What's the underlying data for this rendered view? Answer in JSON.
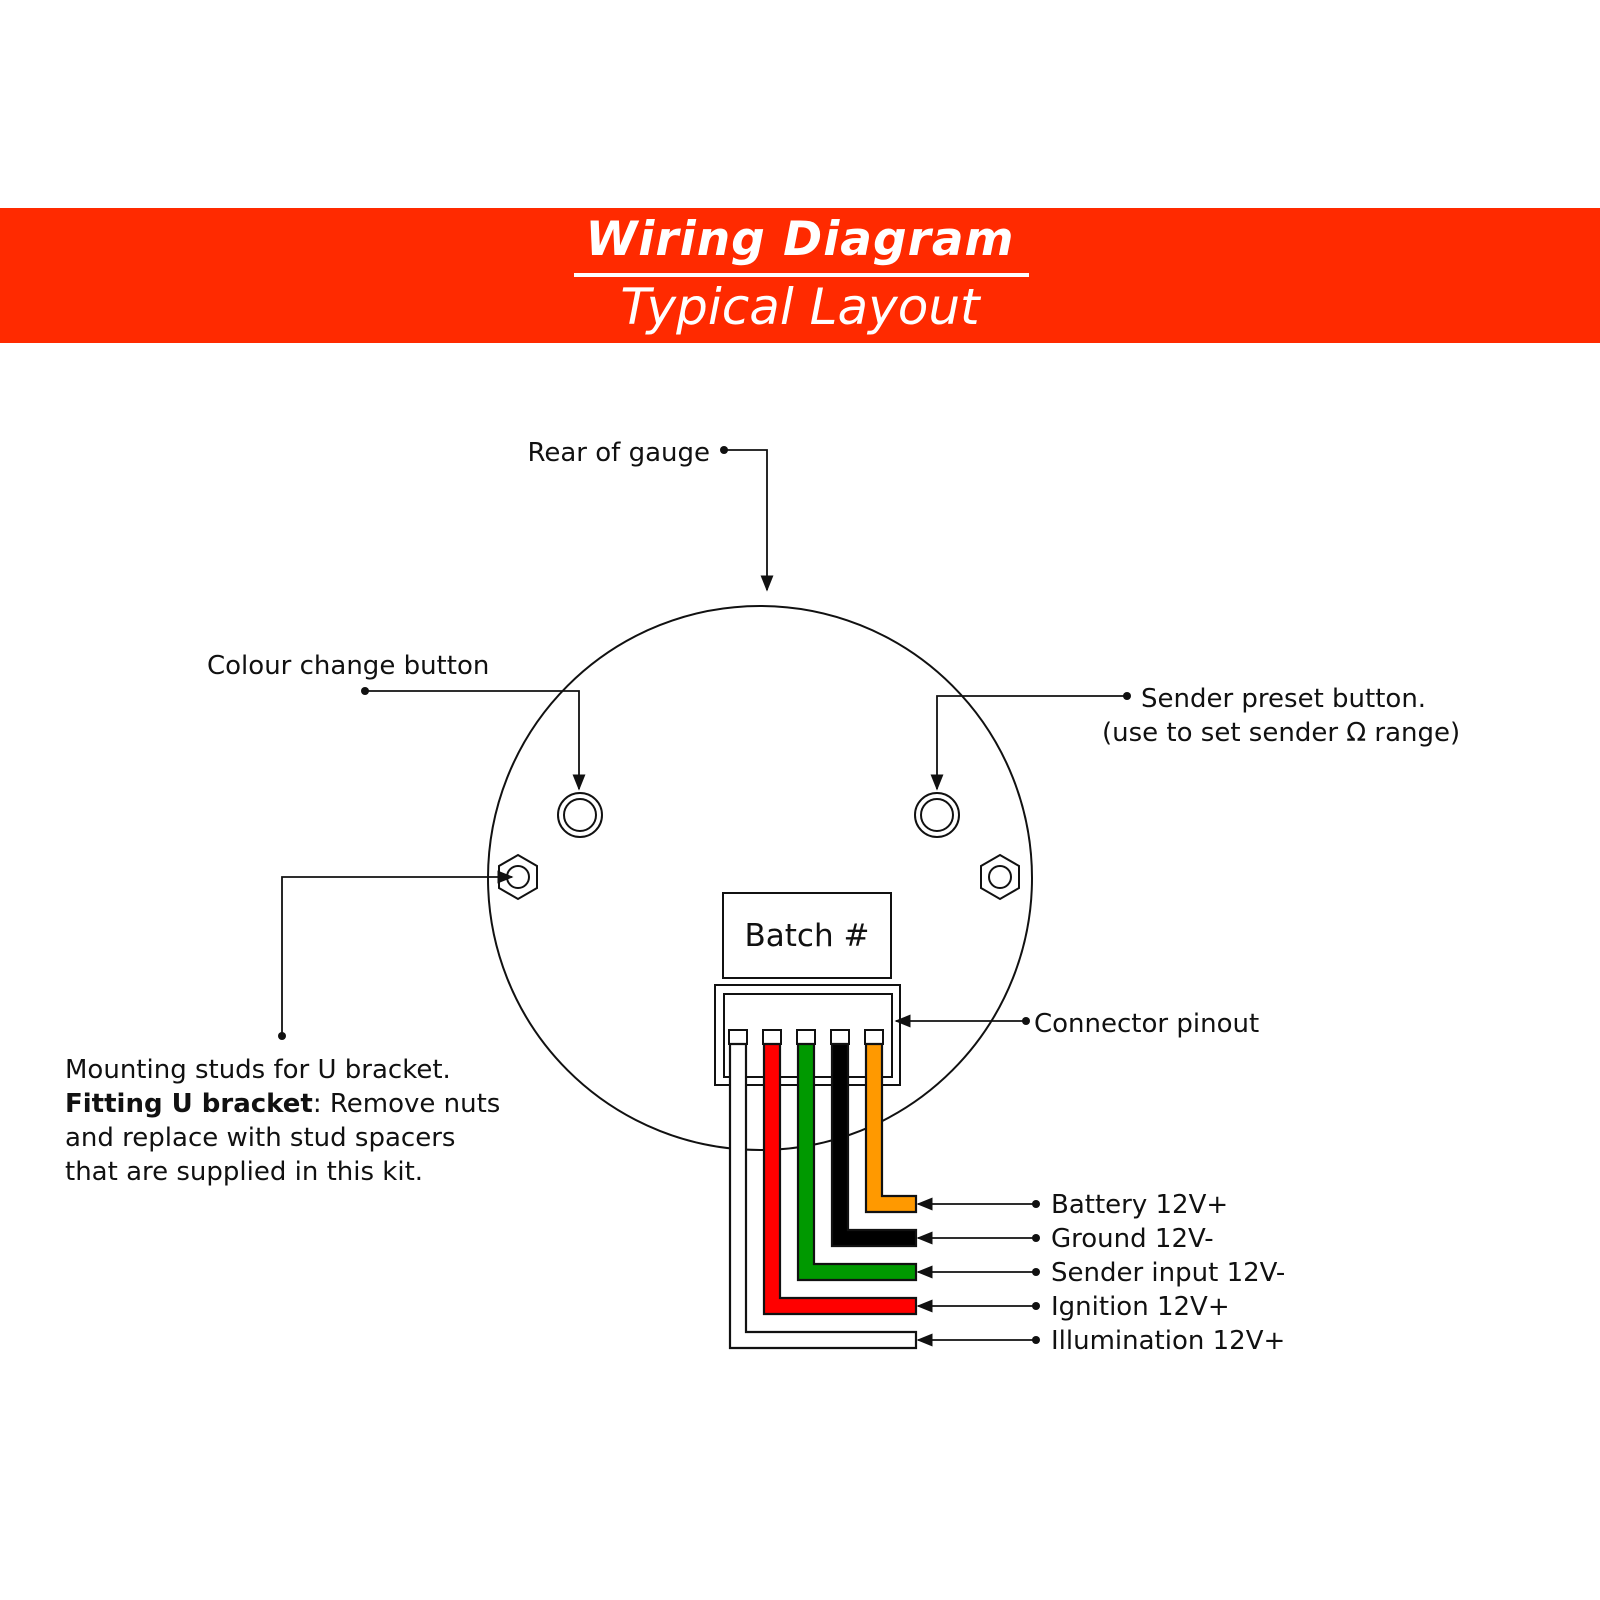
{
  "header": {
    "title": "Wiring Diagram",
    "subtitle": "Typical Layout",
    "color": "#ff2a00"
  },
  "labels": {
    "rear_of_gauge": "Rear of gauge",
    "colour_change_button": "Colour change button",
    "sender_preset_line1": "Sender preset button.",
    "sender_preset_line2": "(use to set sender Ω range)",
    "batch": "Batch #",
    "connector_pinout": "Connector pinout"
  },
  "mounting_note": {
    "line1": "Mounting studs for U bracket.",
    "bold": "Fitting U bracket",
    "rest": ": Remove nuts",
    "line3": "and replace with stud spacers",
    "line4": "that are supplied in this kit."
  },
  "wires": [
    {
      "label": "Battery 12V+",
      "color": "#ff9900"
    },
    {
      "label": "Ground 12V-",
      "color": "#000000"
    },
    {
      "label": "Sender input 12V-",
      "color": "#009900"
    },
    {
      "label": "Ignition 12V+",
      "color": "#ff0000"
    },
    {
      "label": "Illumination 12V+",
      "color": "#ffffff"
    }
  ]
}
